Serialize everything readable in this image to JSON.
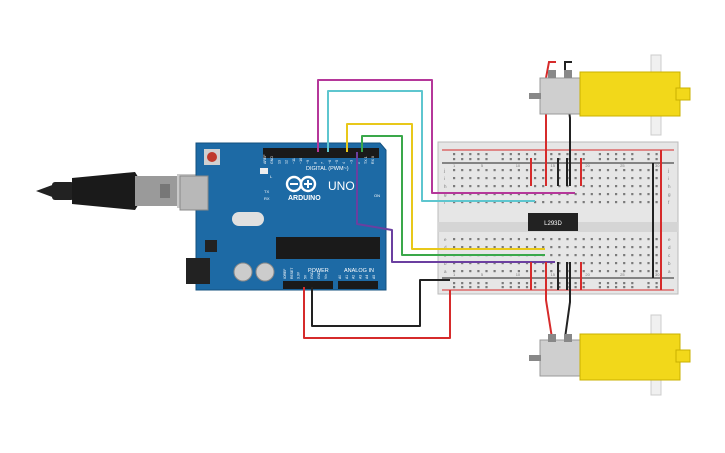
{
  "arduino": {
    "brand": "ARDUINO",
    "model": "UNO",
    "digital_label": "DIGITAL (PWM~)",
    "power_label": "POWER",
    "analog_label": "ANALOG IN",
    "top_pins": [
      "AREF",
      "GND",
      "13",
      "12",
      "~11",
      "~10",
      "~9",
      "8",
      "7",
      "~6",
      "~5",
      "4",
      "~3",
      "2",
      "TX 1",
      "RX 0"
    ],
    "power_pins": [
      "IOREF",
      "RESET",
      "3.3V",
      "5V",
      "GND",
      "GND",
      "Vin"
    ],
    "analog_pins": [
      "A0",
      "A1",
      "A2",
      "A3",
      "A4",
      "A5"
    ],
    "side_labels": [
      "L",
      "TX",
      "RX"
    ],
    "on_label": "ON"
  },
  "breadboard": {
    "col_numbers": [
      "1",
      "5",
      "10",
      "15",
      "20",
      "25",
      "30"
    ],
    "row_letters_top": [
      "j",
      "i",
      "h",
      "g",
      "f"
    ],
    "row_letters_bottom": [
      "e",
      "d",
      "c",
      "b",
      "a"
    ]
  },
  "ic": {
    "label": "L293D"
  },
  "colors": {
    "board_blue": "#1d6aa5",
    "wire_magenta": "#b5379a",
    "wire_cyan": "#5ec6cf",
    "wire_yellow": "#e8c81a",
    "wire_green": "#3aa84a",
    "wire_purple": "#6b3fa0",
    "wire_red": "#d62b2b",
    "wire_black": "#222222",
    "motor_yellow": "#f2d81a"
  }
}
